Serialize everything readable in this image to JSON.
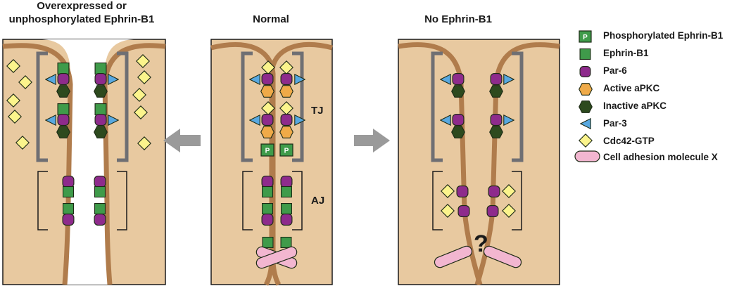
{
  "panels": {
    "left_title_line1": "Overexpressed or",
    "left_title_line2": "unphosphorylated Ephrin-B1",
    "center_title": "Normal",
    "right_title": "No Ephrin-B1"
  },
  "zones": {
    "tj": "TJ",
    "aj": "AJ"
  },
  "question_mark": "?",
  "phospho_symbol": "P",
  "legend": [
    {
      "icon": "phosphorylated-ephrin-b1",
      "label": "Phosphorylated Ephrin-B1"
    },
    {
      "icon": "ephrin-b1",
      "label": "Ephrin-B1"
    },
    {
      "icon": "par-6",
      "label": "Par-6"
    },
    {
      "icon": "active-apkc",
      "label": "Active aPKC"
    },
    {
      "icon": "inactive-apkc",
      "label": "Inactive aPKC"
    },
    {
      "icon": "par-3",
      "label": "Par-3"
    },
    {
      "icon": "cdc42-gtp",
      "label": "Cdc42-GTP"
    },
    {
      "icon": "cell-adhesion-molecule-x",
      "label": "Cell adhesion molecule X"
    }
  ],
  "colors": {
    "cell": "#e8c9a0",
    "membrane": "#b07c4c",
    "ephrin": "#3f9b4a",
    "par6": "#8e2b8c",
    "active_apkc": "#efaa48",
    "inactive_apkc": "#2d4a1e",
    "par3": "#58a8e0",
    "cdc42": "#fbf48c",
    "adhesion": "#f2b6d0",
    "bracket_gray": "#6f6f73",
    "arrow_gray": "#9a9a9a"
  }
}
